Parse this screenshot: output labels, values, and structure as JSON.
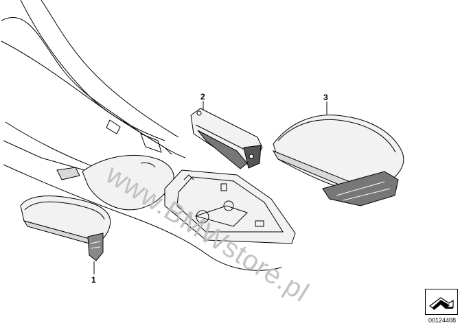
{
  "callouts": {
    "part1": "1",
    "part2": "2",
    "part3": "3"
  },
  "watermark": "www.BMWstore.pl",
  "diagram_number": "00124408",
  "icons": {
    "corner": "catalog-navigation-arrow-icon"
  },
  "colors": {
    "line": "#000000",
    "fill_light": "#f2f2f2",
    "fill_mid": "#d9d9d9",
    "fill_dark": "#555555",
    "watermark": "#b9b9b9"
  }
}
